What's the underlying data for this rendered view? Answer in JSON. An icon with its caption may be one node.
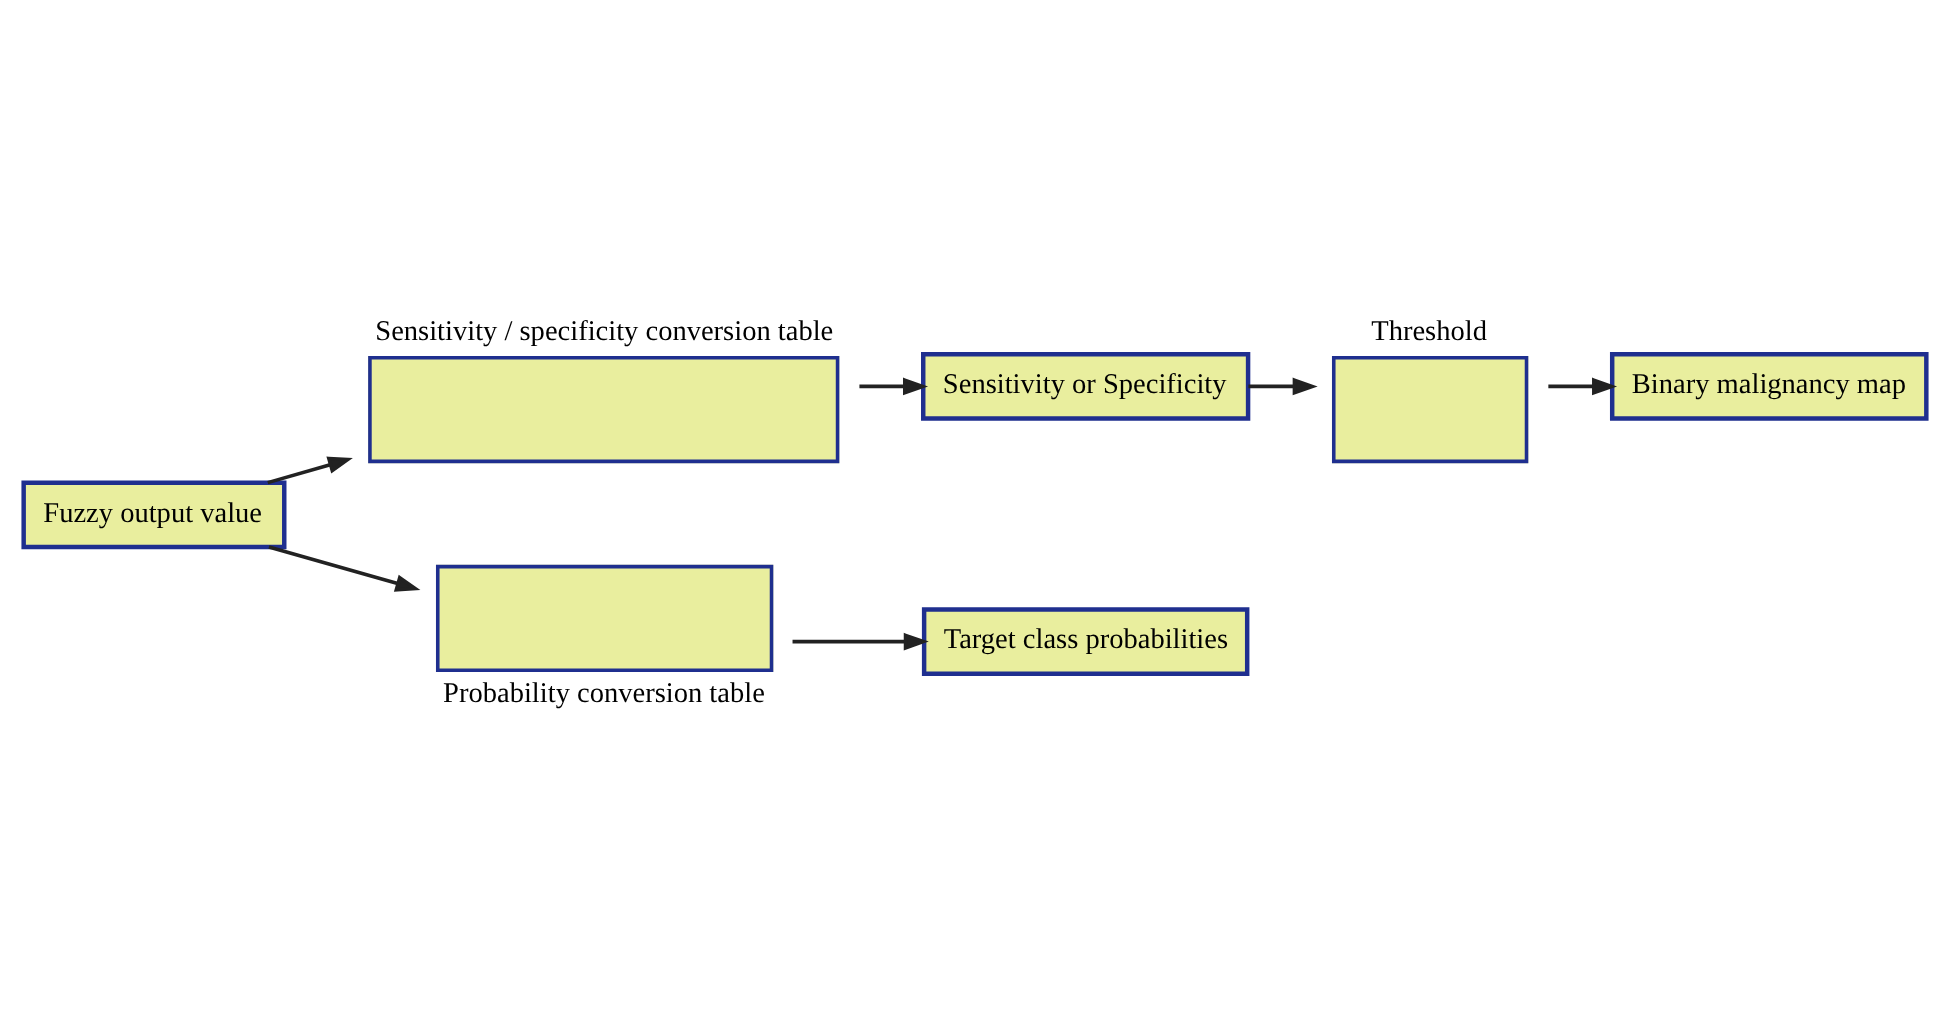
{
  "diagram": {
    "nodes": [
      {
        "text": [
          "Sensitivity / specificity conversion table"
        ]
      },
      {
        "text": [
          "Sensitivity or Specificity"
        ]
      },
      {
        "text": [
          "Threshold"
        ]
      },
      {
        "text": [
          "Binary malignancy map"
        ]
      },
      {
        "text": [
          "Fuzzy output value"
        ]
      },
      {
        "text": [
          "Probability conversion table"
        ]
      },
      {
        "text": [
          "Target class probabilities"
        ]
      }
    ],
    "edges": [
      {
        "from": 4,
        "to": 0,
        "arrow": "to"
      },
      {
        "from": 4,
        "to": 5,
        "arrow": "to"
      },
      {
        "from": 0,
        "to": 1,
        "arrow": "to"
      },
      {
        "from": 1,
        "to": 2,
        "arrow": "to"
      },
      {
        "from": 2,
        "to": 3,
        "arrow": "to"
      },
      {
        "from": 5,
        "to": 6,
        "arrow": "to"
      }
    ]
  }
}
